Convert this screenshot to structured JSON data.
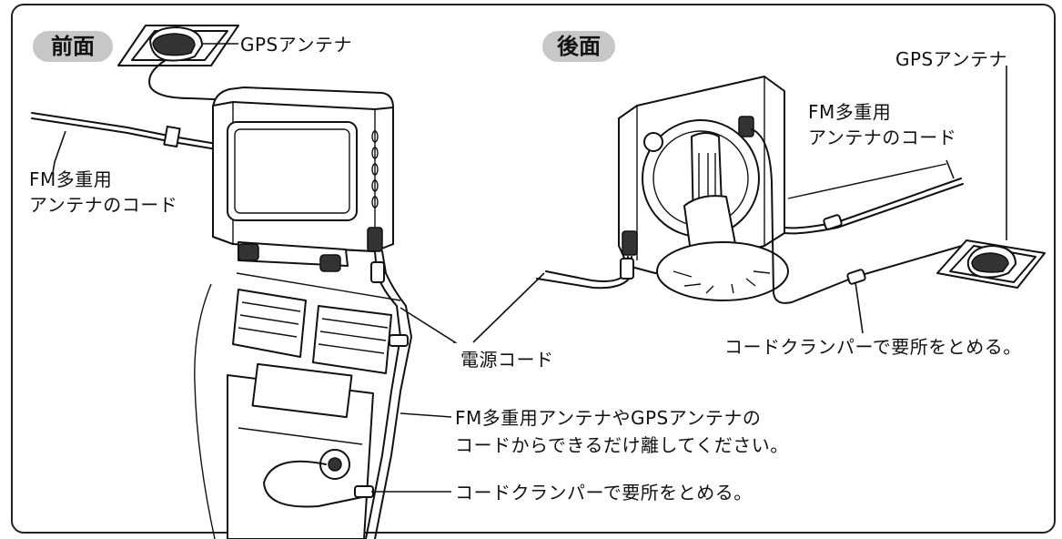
{
  "front": {
    "title": "前面",
    "gps_antenna_label": "GPSアンテナ",
    "fm_cord_label_line1": "FM多重用",
    "fm_cord_label_line2": "アンテナのコード"
  },
  "rear": {
    "title": "後面",
    "gps_antenna_label": "GPSアンテナ",
    "fm_cord_label_line1": "FM多重用",
    "fm_cord_label_line2": "アンテナのコード",
    "clamp_label": "コードクランパーで要所をとめる。"
  },
  "power_cord_label": "電源コード",
  "keep_away_note_line1": "FM多重用アンテナやGPSアンテナの",
  "keep_away_note_line2": "コードからできるだけ離してください。",
  "bottom_clamp_label": "コードクランパーで要所をとめる。"
}
